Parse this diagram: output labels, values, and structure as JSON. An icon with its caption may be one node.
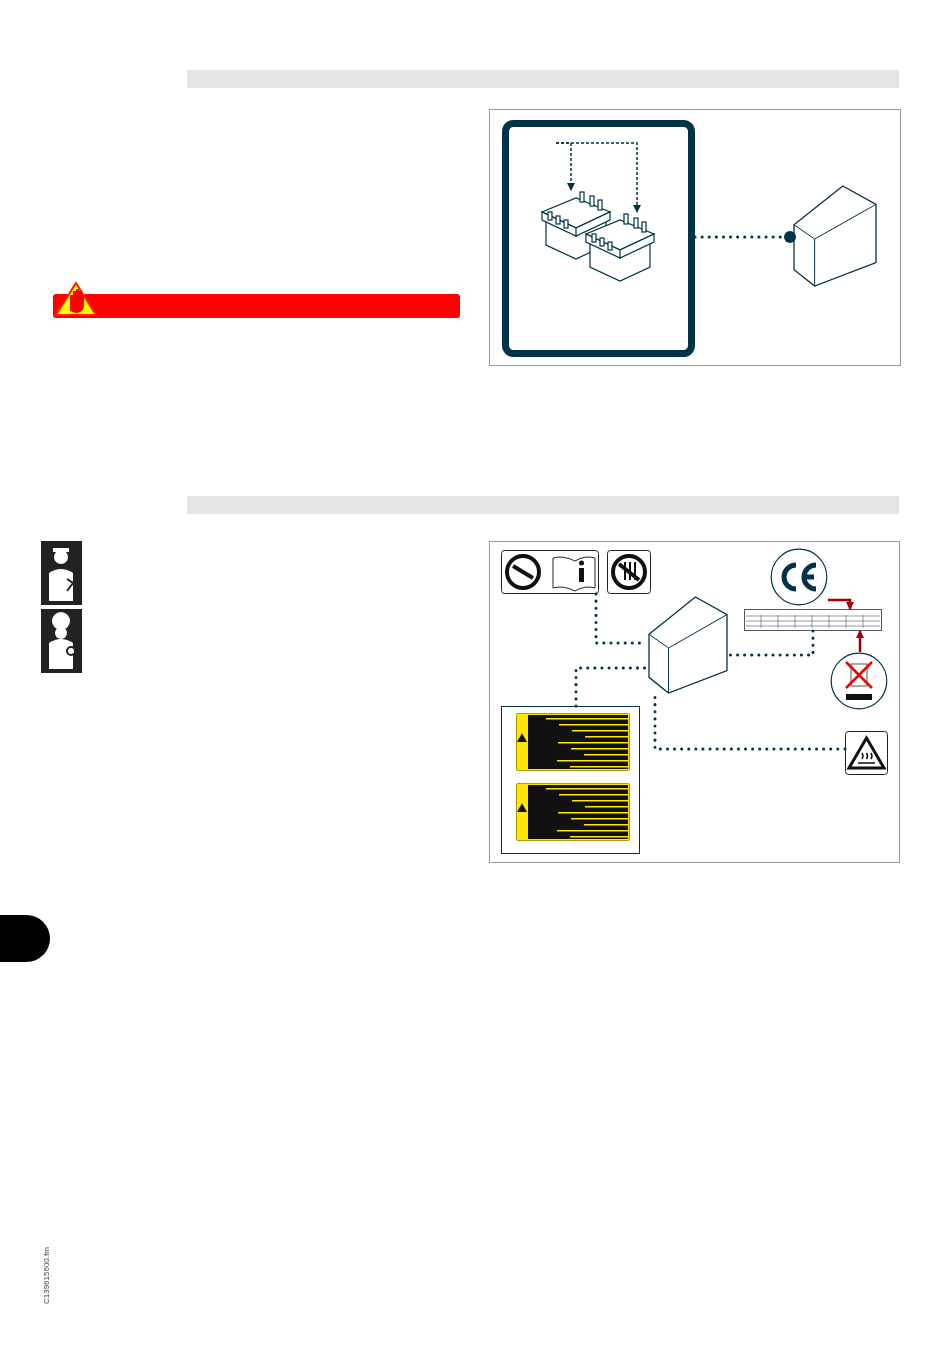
{
  "diagram": {
    "nodes": [
      {
        "text": [],
        "shape": "box"
      },
      {
        "text": [],
        "shape": "picture",
        "in": 0
      },
      {
        "text": [],
        "shape": "picture",
        "in": 0
      },
      {
        "text": [],
        "shape": "picture"
      },
      {
        "text": [],
        "shape": "box"
      },
      {
        "text": [],
        "shape": "box"
      },
      {
        "text": [],
        "shape": "picture"
      },
      {
        "text": [],
        "shape": "picture"
      },
      {
        "text": [],
        "shape": "circle"
      },
      {
        "text": [],
        "shape": "circle"
      },
      {
        "text": [],
        "shape": "box"
      },
      {
        "text": [],
        "shape": "box",
        "in": 10
      },
      {
        "text": [],
        "shape": "box",
        "in": 10
      },
      {
        "text": [],
        "shape": "box"
      }
    ],
    "edges": [
      {
        "from": null,
        "to": 1,
        "arrow": "to",
        "style": "dashed"
      },
      {
        "from": null,
        "to": 2,
        "arrow": "to",
        "style": "dashed"
      },
      {
        "from": 0,
        "to": 3,
        "arrow": "other",
        "style": "dashed"
      },
      {
        "from": 4,
        "to": 6,
        "arrow": "none",
        "style": "dashed"
      },
      {
        "from": 10,
        "to": 6,
        "arrow": "none",
        "style": "dashed"
      },
      {
        "from": 7,
        "to": 6,
        "arrow": "none",
        "style": "dashed"
      },
      {
        "from": 13,
        "to": 6,
        "arrow": "none",
        "style": "dashed"
      },
      {
        "from": 8,
        "to": 7,
        "arrow": "to",
        "color": "#a00000"
      },
      {
        "from": 9,
        "to": 7,
        "arrow": "to",
        "color": "#a00000"
      }
    ],
    "labels": [
      "C139615600.fm"
    ]
  }
}
